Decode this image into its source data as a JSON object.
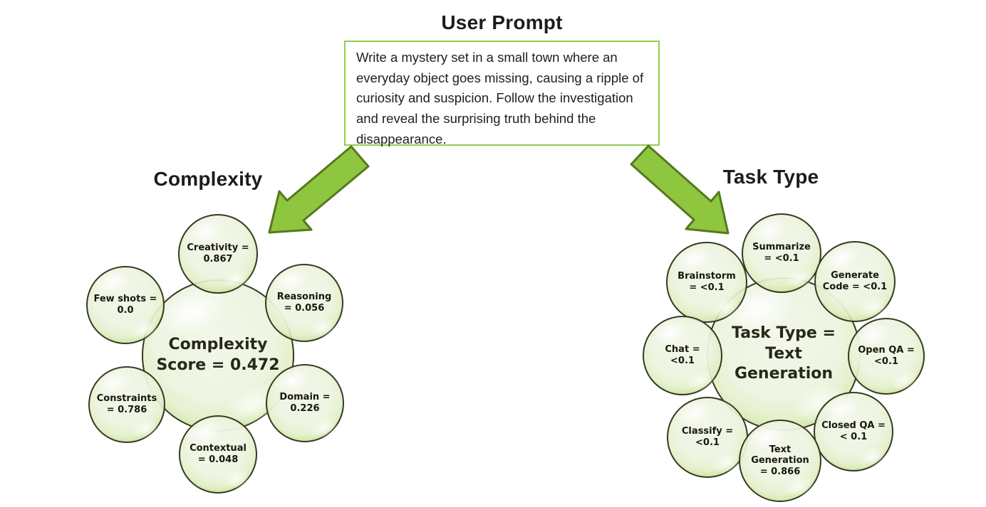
{
  "header": {
    "title": "User Prompt",
    "prompt_text": "Write a mystery set in a small town where an everyday object goes missing, causing a ripple of curiosity and suspicion. Follow the investigation and reveal the surprising truth behind the disappearance."
  },
  "complexity": {
    "title": "Complexity",
    "center_label": "Complexity\nScore = 0.472",
    "score": 0.472,
    "bubbles": [
      {
        "id": "creativity",
        "label": "Creativity =\n0.867"
      },
      {
        "id": "few-shots",
        "label": "Few shots =\n0.0"
      },
      {
        "id": "reasoning",
        "label": "Reasoning\n= 0.056"
      },
      {
        "id": "constraints",
        "label": "Constraints\n= 0.786"
      },
      {
        "id": "domain",
        "label": "Domain =\n0.226"
      },
      {
        "id": "contextual",
        "label": "Contextual\n= 0.048"
      }
    ],
    "values": {
      "creativity": 0.867,
      "few_shots": 0.0,
      "reasoning": 0.056,
      "constraints": 0.786,
      "domain": 0.226,
      "contextual": 0.048
    }
  },
  "task_type": {
    "title": "Task Type",
    "center_label": "Task Type =\nText\nGeneration",
    "result": "Text Generation",
    "bubbles": [
      {
        "id": "summarize",
        "label": "Summarize\n= <0.1"
      },
      {
        "id": "brainstorm",
        "label": "Brainstorm\n= <0.1"
      },
      {
        "id": "generate-code",
        "label": "Generate\nCode = <0.1"
      },
      {
        "id": "chat",
        "label": "Chat =\n<0.1"
      },
      {
        "id": "open-qa",
        "label": "Open QA =\n<0.1"
      },
      {
        "id": "classify",
        "label": "Classify =\n<0.1"
      },
      {
        "id": "closed-qa",
        "label": "Closed QA =\n< 0.1"
      },
      {
        "id": "text-generation",
        "label": "Text\nGeneration\n= 0.866"
      }
    ],
    "values": {
      "summarize": "<0.1",
      "brainstorm": "<0.1",
      "generate_code": "<0.1",
      "chat": "<0.1",
      "open_qa": "<0.1",
      "classify": "<0.1",
      "closed_qa": "< 0.1",
      "text_generation": 0.866
    }
  },
  "colors": {
    "prompt_box_border": "#8fce4e",
    "arrow_fill": "#8ec63f",
    "arrow_stroke": "#55791d",
    "bubble_edge_green": "#81b138",
    "bubble_fill_light": "#eef5e2",
    "bubble_outline": "#363a21",
    "text": "#1d1d1d"
  }
}
